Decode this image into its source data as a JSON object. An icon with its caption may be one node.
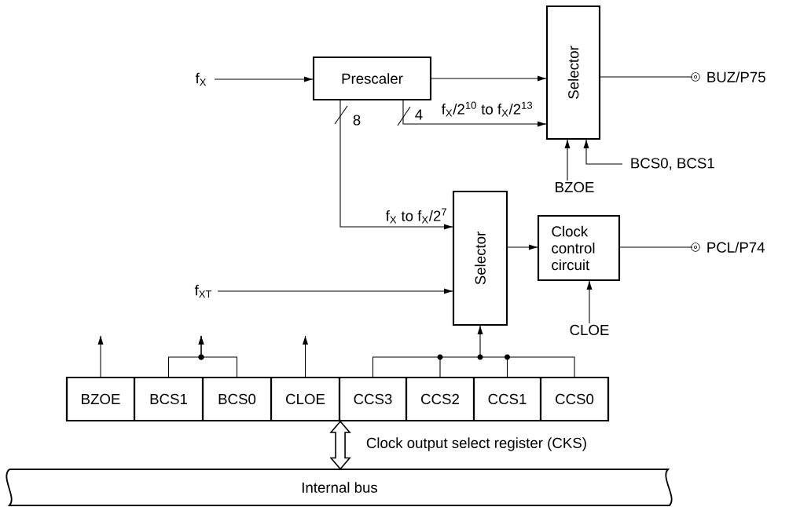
{
  "diagram": {
    "nodes": [
      {
        "text": [
          "f$_{X}$"
        ]
      },
      {
        "text": [
          "Prescaler"
        ]
      },
      {
        "text": [
          "Selector"
        ]
      },
      {
        "text": [],
        "shape": "circle",
        "beside": [
          "BUZ/P75"
        ]
      },
      {
        "text": [
          "BCS0, BCS1"
        ]
      },
      {
        "text": [
          "BZOE"
        ]
      },
      {
        "text": [
          "Selector"
        ]
      },
      {
        "text": [
          "Clock control circuit"
        ]
      },
      {
        "text": [],
        "shape": "circle",
        "beside": [
          "PCL/P74"
        ]
      },
      {
        "text": [
          "f$_{XT}$"
        ]
      },
      {
        "text": [
          "CLOE"
        ]
      },
      {
        "text": [],
        "shape": "box",
        "beside": [
          "Clock output select register (CKS)"
        ]
      },
      {
        "text": [
          "BZOE"
        ],
        "in": 11
      },
      {
        "text": [
          "BCS1"
        ],
        "in": 11
      },
      {
        "text": [
          "BCS0"
        ],
        "in": 11
      },
      {
        "text": [
          "CLOE"
        ],
        "in": 11
      },
      {
        "text": [
          "CCS3"
        ],
        "in": 11
      },
      {
        "text": [
          "CCS2"
        ],
        "in": 11
      },
      {
        "text": [
          "CCS1"
        ],
        "in": 11
      },
      {
        "text": [
          "CCS0"
        ],
        "in": 11
      },
      {
        "text": [
          "Internal bus"
        ]
      }
    ],
    "edges": [
      {
        "from": 0,
        "to": 1,
        "arrow": "to"
      },
      {
        "from": 1,
        "to": 2,
        "arrow": "to"
      },
      {
        "from": 1,
        "to": 2,
        "arrow": "to",
        "label": "f$_{X}$/2$^{10}$ to f$_{X}$/2$^{13}$"
      },
      {
        "from": 2,
        "to": 3,
        "arrow": "none"
      },
      {
        "from": 5,
        "to": 2,
        "arrow": "to"
      },
      {
        "from": 4,
        "to": 2,
        "arrow": "to"
      },
      {
        "from": 1,
        "to": 6,
        "arrow": "to",
        "label": "f$_{X}$ to f$_{X}$/2$^{7}$"
      },
      {
        "from": 9,
        "to": 6,
        "arrow": "to"
      },
      {
        "from": 6,
        "to": 7,
        "arrow": "to"
      },
      {
        "from": 7,
        "to": 8,
        "arrow": "none"
      },
      {
        "from": 10,
        "to": 7,
        "arrow": "to"
      },
      {
        "from": 12,
        "to": null,
        "arrow": "to"
      },
      {
        "from": 13,
        "to": null,
        "arrow": "to"
      },
      {
        "from": 14,
        "to": null,
        "arrow": "to"
      },
      {
        "from": 15,
        "to": null,
        "arrow": "to"
      },
      {
        "from": 16,
        "to": 6,
        "arrow": "to"
      },
      {
        "from": 17,
        "to": 6,
        "arrow": "to"
      },
      {
        "from": 18,
        "to": 6,
        "arrow": "to"
      },
      {
        "from": 19,
        "to": 6,
        "arrow": "to"
      },
      {
        "from": 20,
        "to": 11,
        "arrow": "both",
        "style": "thick"
      }
    ],
    "labels": [
      "8",
      "4"
    ]
  }
}
